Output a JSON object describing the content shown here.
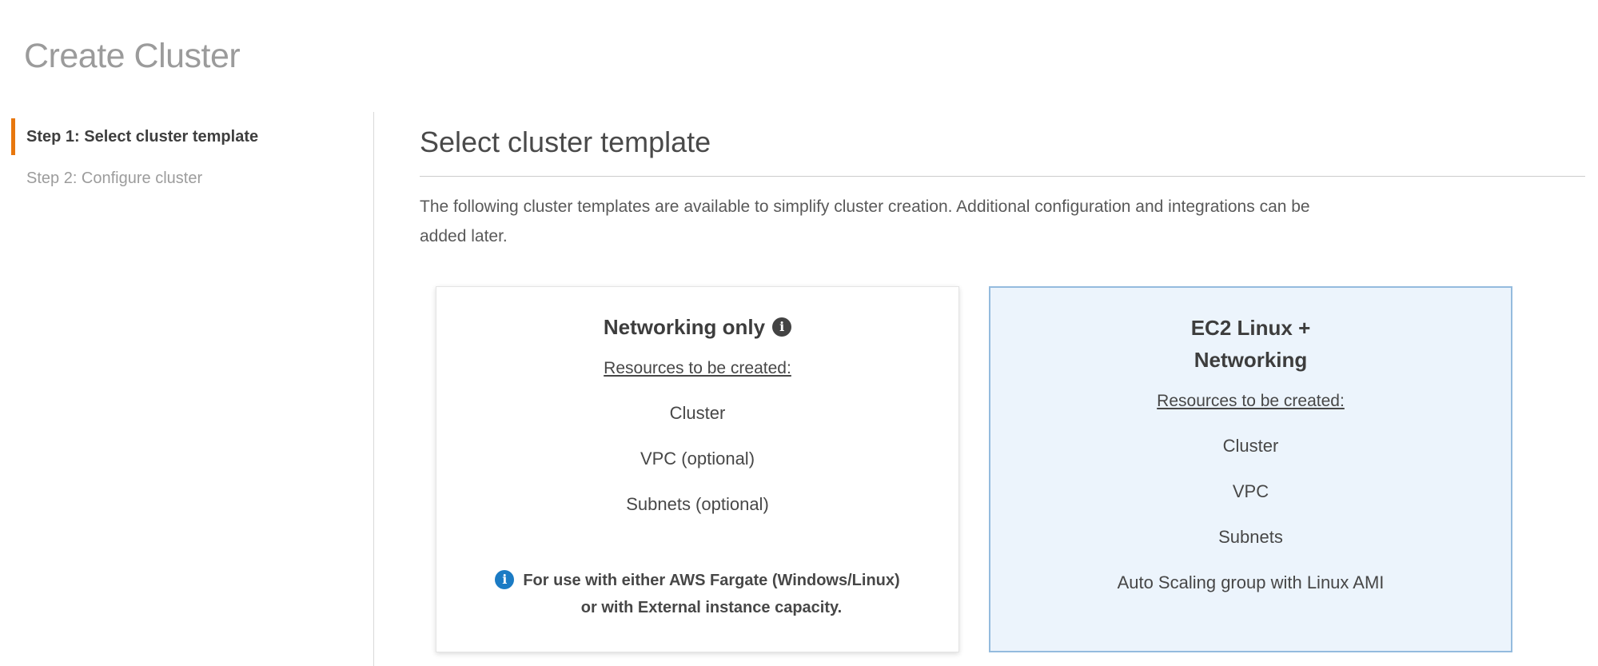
{
  "page": {
    "title": "Create Cluster"
  },
  "wizard_steps": [
    {
      "label": "Step 1: Select cluster template",
      "state": "active"
    },
    {
      "label": "Step 2: Configure cluster",
      "state": "future"
    }
  ],
  "main": {
    "heading": "Select cluster template",
    "description_line1": "The following cluster templates are available to simplify cluster creation. Additional configuration and integrations can be",
    "description_line2": "added later.",
    "cards": [
      {
        "title": "Networking only",
        "has_title_info_icon": true,
        "resources_heading": "Resources to be created:",
        "resources": [
          "Cluster",
          "VPC (optional)",
          "Subnets (optional)"
        ],
        "note_line1": "For use with either AWS Fargate (Windows/Linux)",
        "note_line2": "or with External instance capacity.",
        "selected": false
      },
      {
        "title_line1": "EC2 Linux +",
        "title_line2": "Networking",
        "resources_heading": "Resources to be created:",
        "resources": [
          "Cluster",
          "VPC",
          "Subnets",
          "Auto Scaling group with Linux AMI"
        ],
        "selected": true
      }
    ]
  },
  "icons": {
    "info_glyph": "i"
  },
  "colors": {
    "active_step_marker": "#e8770d",
    "page_title_gray": "#9b9b9b",
    "selected_card_border": "#94bbde",
    "selected_card_background": "#ecf4fc",
    "info_icon_dark": "#434343",
    "info_icon_blue": "#1b7bc4"
  }
}
